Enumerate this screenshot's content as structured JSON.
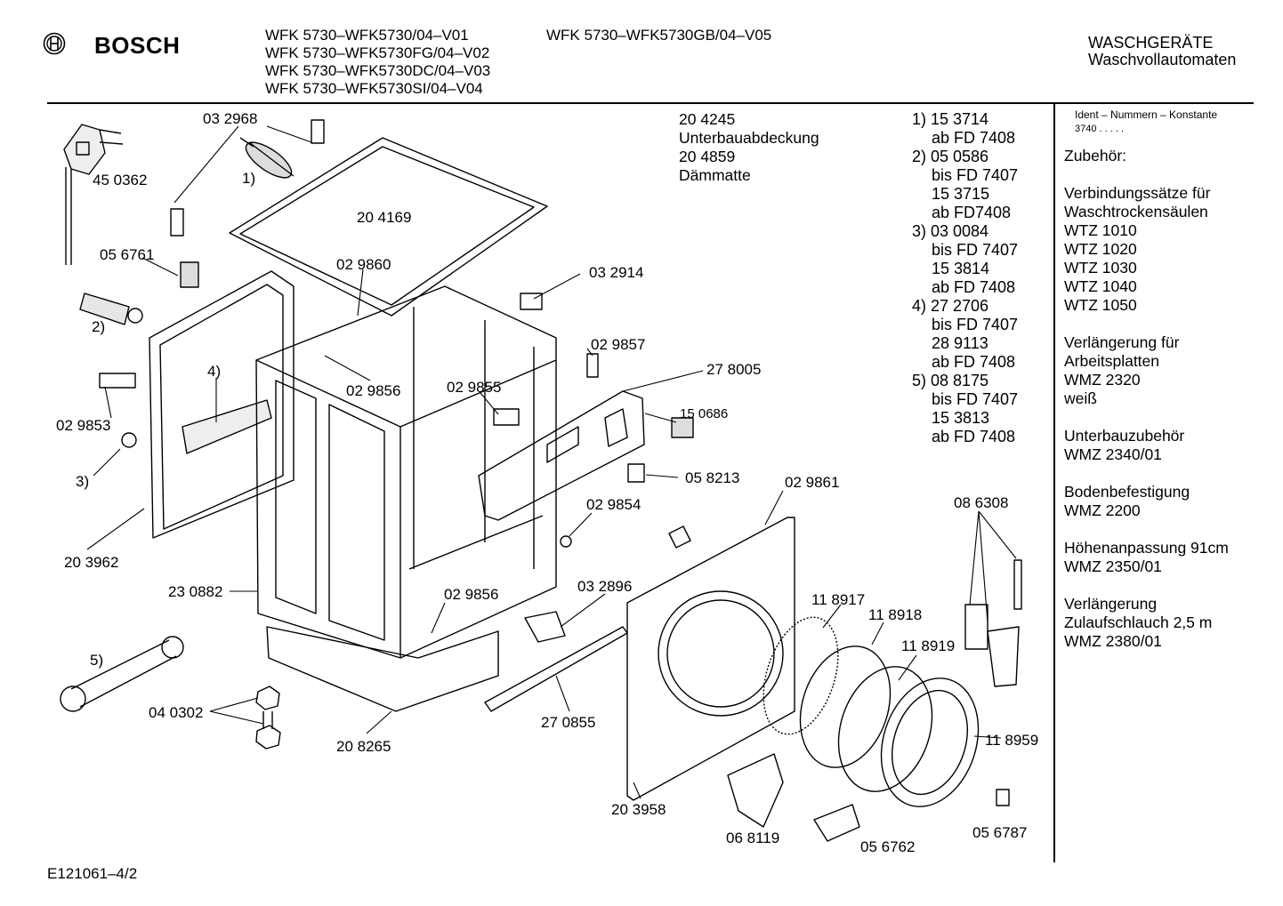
{
  "header": {
    "brand": "BOSCH",
    "models_left": [
      "WFK 5730–WFK5730/04–V01",
      "WFK 5730–WFK5730FG/04–V02",
      "WFK 5730–WFK5730DC/04–V03",
      "WFK 5730–WFK5730SI/04–V04"
    ],
    "models_right": "WFK 5730–WFK5730GB/04–V05",
    "category": "WASCHGERÄTE",
    "subcategory": "Waschvollautomaten"
  },
  "notes": {
    "col1": [
      "20 4245",
      "Unterbauabdeckung",
      "20 4859",
      "Dämmatte"
    ],
    "col2": [
      "1)  15 3714",
      "ab FD 7408",
      "2)  05 0586",
      "bis FD 7407",
      "15 3715",
      "ab FD7408",
      "3)  03 0084",
      "bis FD 7407",
      "15 3814",
      "ab FD 7408",
      "4)  27 2706",
      "bis FD 7407",
      "28 9113",
      "ab FD 7408",
      "5)  08 8175",
      "bis FD 7407",
      "15 3813",
      "ab FD 7408"
    ]
  },
  "sidebar": {
    "ident_label": "Ident – Nummern – Konstante",
    "ident_value": "3740  .  .  .  .  .",
    "lines": [
      "Zubehör:",
      "",
      "Verbindungssätze für",
      "Waschtrockensäulen",
      "WTZ 1010",
      "WTZ 1020",
      "WTZ 1030",
      "WTZ 1040",
      "WTZ 1050",
      "",
      "Verlängerung für",
      "Arbeitsplatten",
      "WMZ 2320",
      "weiß",
      "",
      "Unterbauzubehör",
      "WMZ 2340/01",
      "",
      "Bodenbefestigung",
      "WMZ 2200",
      "",
      "Höhenanpassung 91cm",
      "WMZ 2350/01",
      "",
      "Verlängerung",
      "Zulaufschlauch 2,5 m",
      "WMZ 2380/01"
    ]
  },
  "parts": {
    "p032968": "03 2968",
    "p450362": "45 0362",
    "n1": "1)",
    "p204169": "20 4169",
    "p056761": "05 6761",
    "p029860": "02 9860",
    "p032914": "03 2914",
    "n2": "2)",
    "p029857": "02 9857",
    "n4": "4)",
    "p278005": "27 8005",
    "p029856a": "02 9856",
    "p029855": "02 9855",
    "p150686": "15 0686",
    "p029853": "02 9853",
    "n3": "3)",
    "p058213": "05 8213",
    "p029861": "02 9861",
    "p029854": "02 9854",
    "p086308": "08 6308",
    "p203962": "20 3962",
    "p230882": "23 0882",
    "p029856b": "02 9856",
    "p032896": "03 2896",
    "p118917": "11 8917",
    "p118918": "11 8918",
    "p118919": "11 8919",
    "n5": "5)",
    "p040302": "04 0302",
    "p270855": "27 0855",
    "p118959": "11 8959",
    "p208265": "20 8265",
    "p203958": "20 3958",
    "p068119": "06 8119",
    "p056762": "05 6762",
    "p056787": "05 6787"
  },
  "footer": {
    "code": "E121061–4/2"
  }
}
